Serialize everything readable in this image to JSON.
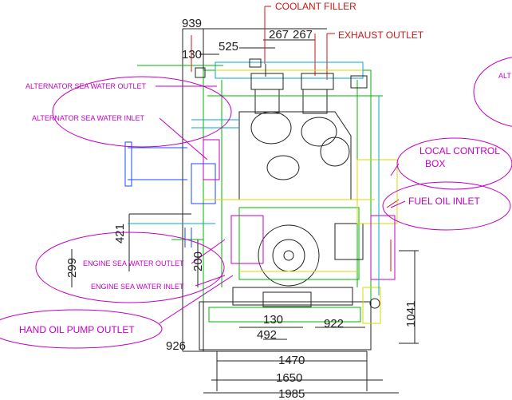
{
  "dimensions": {
    "d939": "939",
    "d525": "525",
    "d267a": "267",
    "d267b": "267",
    "d130top": "130",
    "d421": "421",
    "d299": "299",
    "d200": "200",
    "d130bot": "130",
    "d492": "492",
    "d922": "922",
    "d926": "926",
    "d1041": "1041",
    "d1470": "1470",
    "d1650": "1650",
    "d1985": "1985"
  },
  "callouts": {
    "coolant_filler": "COOLANT FILLER",
    "exhaust_outlet": "EXHAUST OUTLET",
    "alt_sw_outlet": "ALTERNATOR SEA WATER OUTLET",
    "alt_sw_inlet": "ALTERNATOR SEA WATER  INLET",
    "local_control_1": "LOCAL CONTROL",
    "local_control_2": "BOX",
    "fuel_oil_inlet": "FUEL OIL INLET",
    "engine_sw_outlet": "ENGINE SEA WATER OUTLET",
    "engine_sw_inlet": "ENGINE SEA WATER INLET",
    "hand_oil_pump_outlet": "HAND OIL PUMP OUTLET",
    "right_alt": "ALT"
  },
  "colors": {
    "magenta": "#c400c4",
    "red": "#d21414",
    "green": "#00b400",
    "yellow": "#d8d800",
    "cyan": "#00a8c8",
    "blue": "#1e46ff",
    "dark": "#202020"
  }
}
